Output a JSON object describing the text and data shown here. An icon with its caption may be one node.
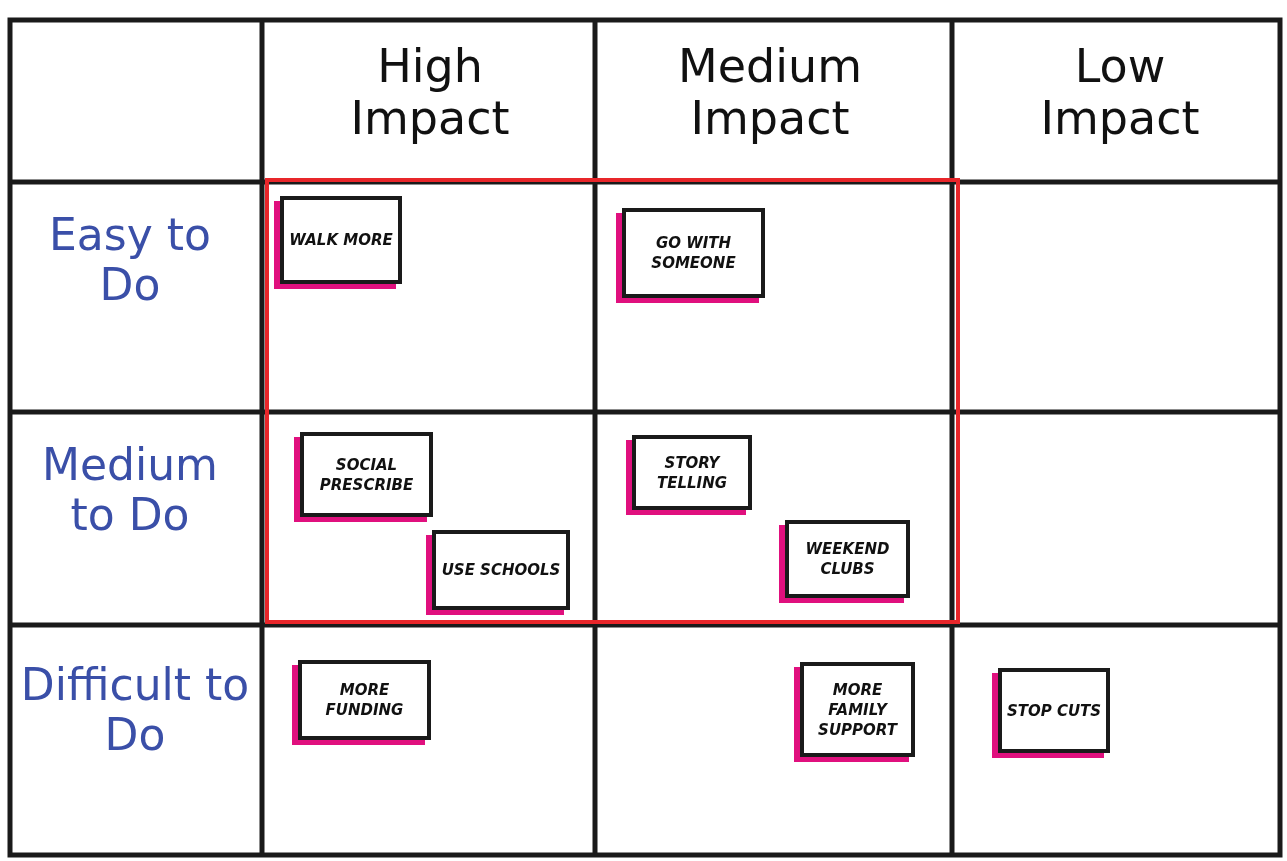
{
  "diagram": {
    "nodes": [
      {
        "text": [],
        "shape": "box"
      },
      {
        "text": [
          "WALK MORE"
        ],
        "in": 0
      },
      {
        "text": [
          "GO WITH SOMEONE"
        ],
        "in": 0
      },
      {
        "text": [
          "SOCIAL PRESCRIBE"
        ],
        "in": 0
      },
      {
        "text": [
          "USE SCHOOLS"
        ],
        "in": 0
      },
      {
        "text": [
          "STORY TELLING"
        ],
        "in": 0
      },
      {
        "text": [
          "WEEKEND CLUBS"
        ],
        "in": 0
      },
      {
        "text": [
          "MORE FUNDING"
        ]
      },
      {
        "text": [
          "MORE FAMILY SUPPORT"
        ]
      },
      {
        "text": [
          "STOP CUTS"
        ]
      }
    ],
    "labels": [
      "High Impact",
      "Medium Impact",
      "Low Impact",
      "Easy to Do",
      "Medium to Do",
      "Difficult to Do"
    ]
  }
}
